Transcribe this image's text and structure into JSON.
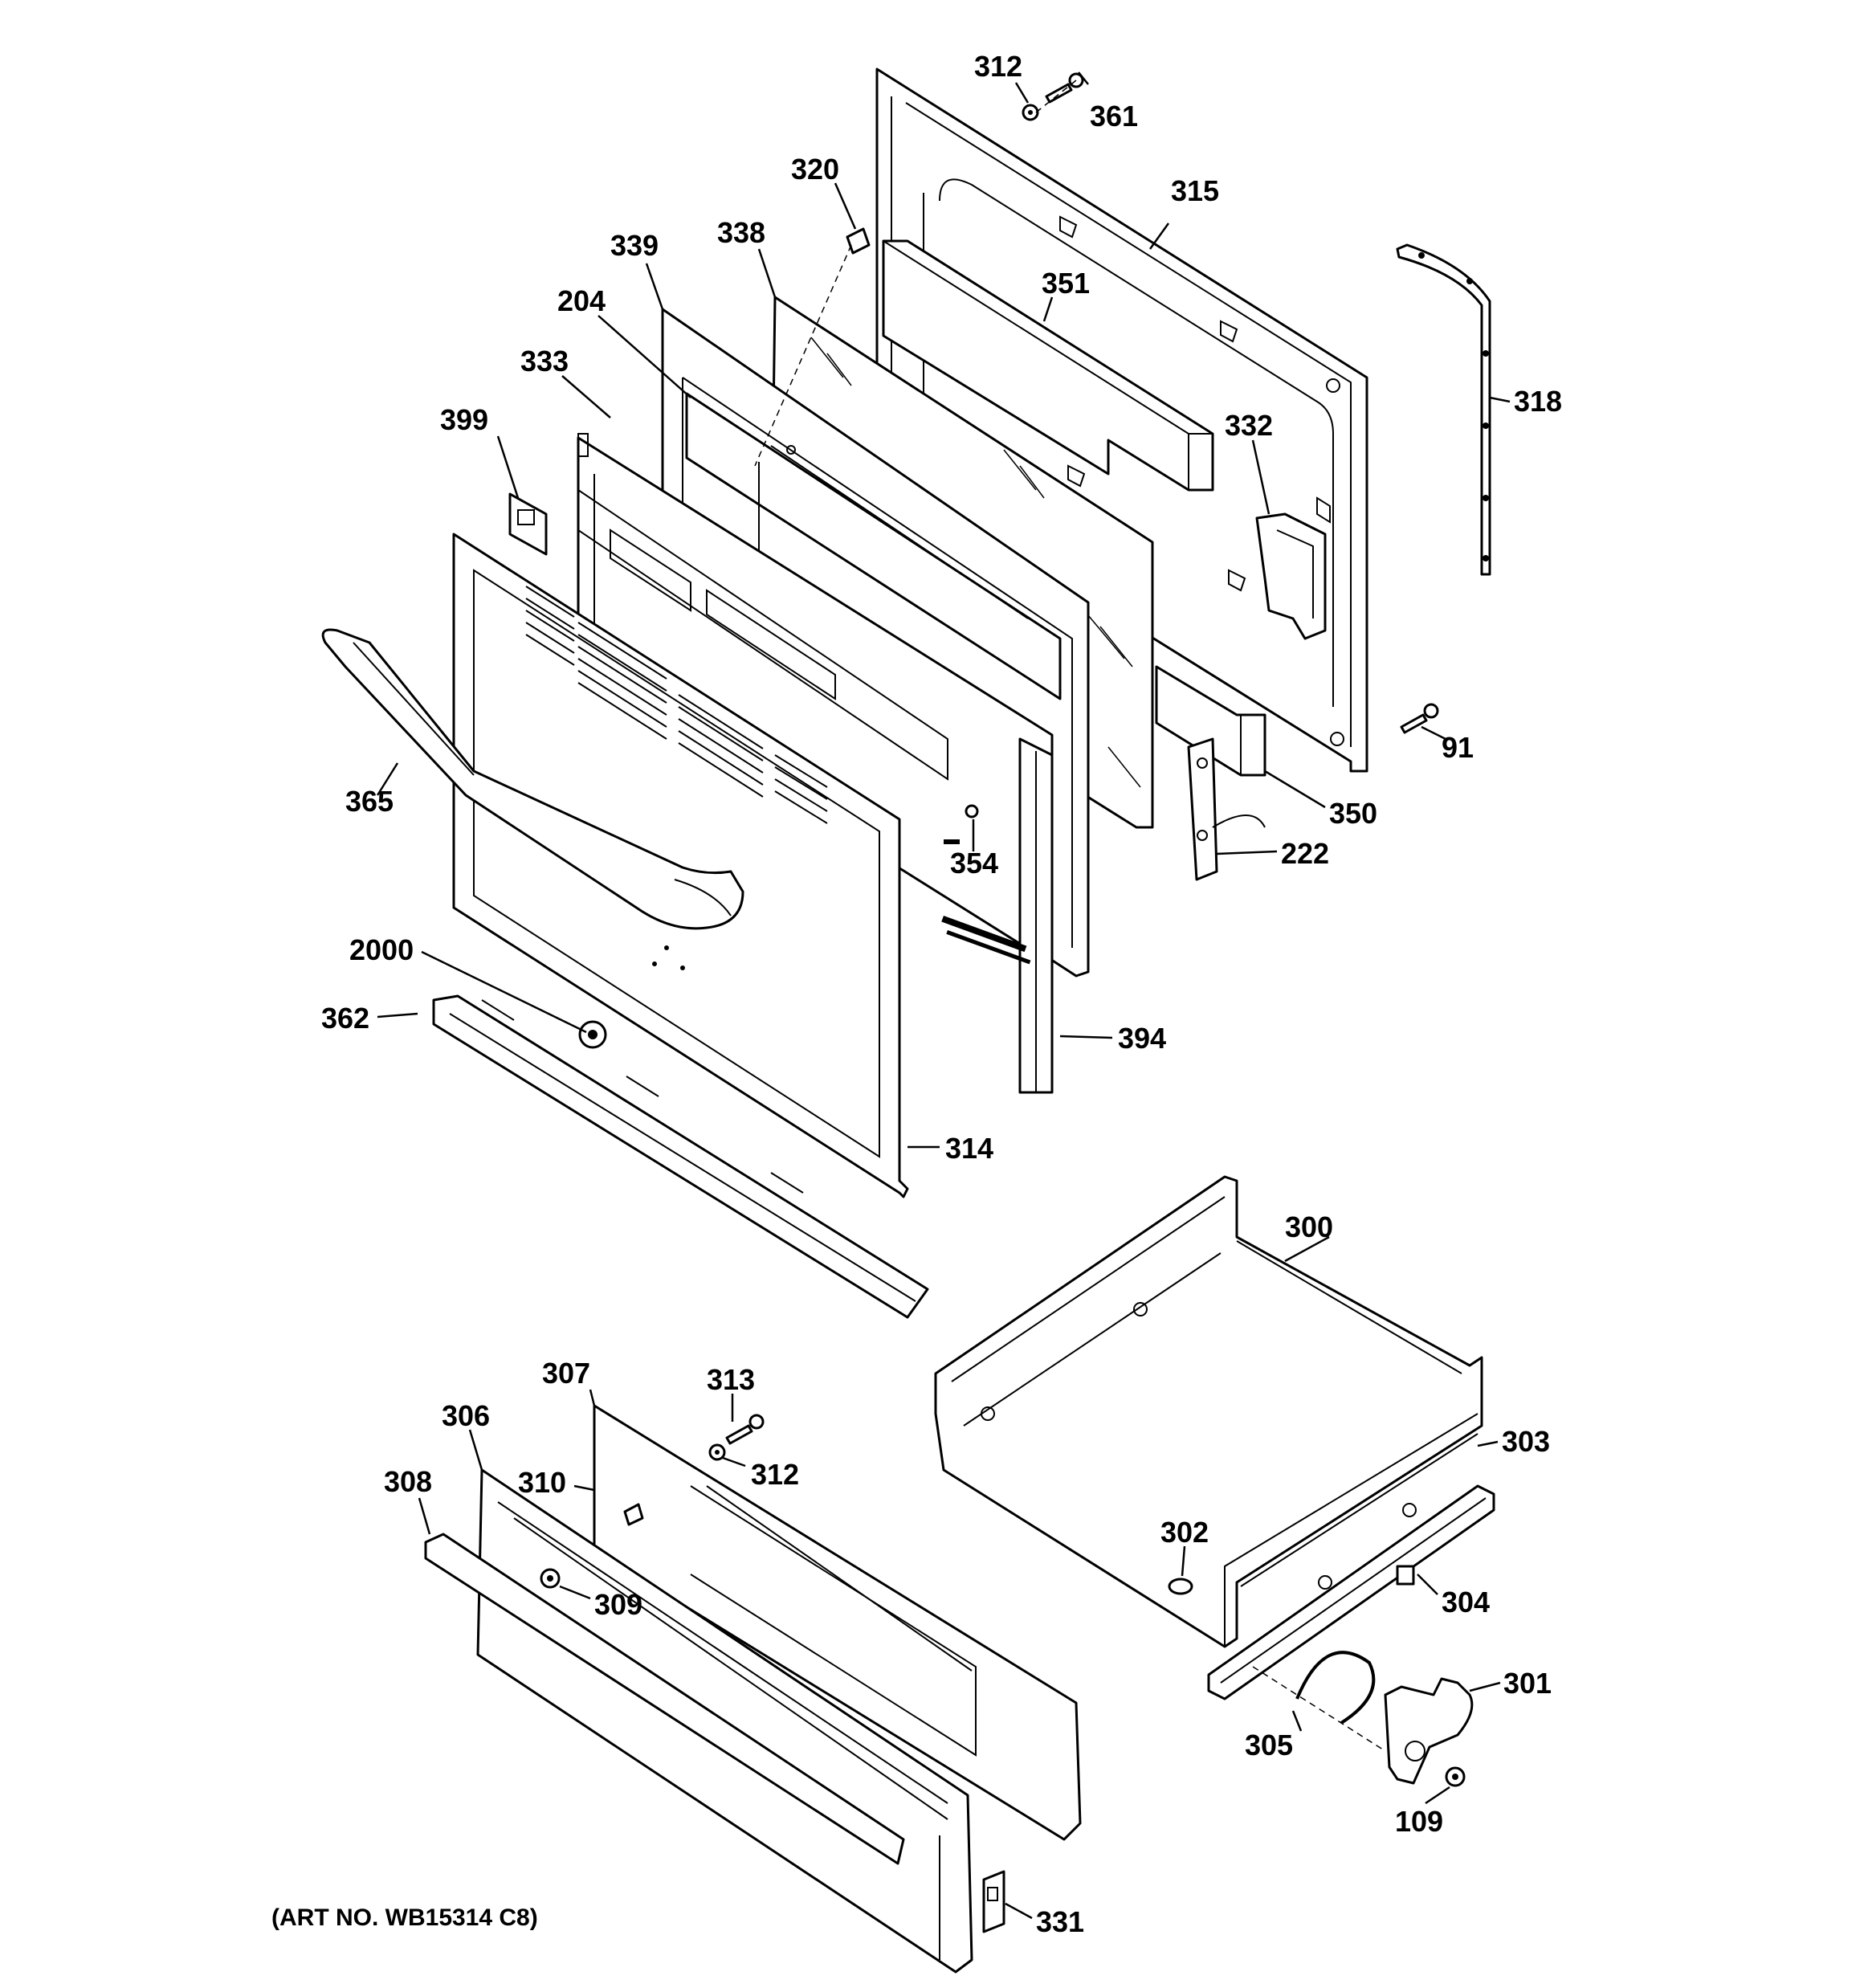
{
  "art_number": "(ART NO. WB15314 C8)",
  "callouts": {
    "c312a": "312",
    "c361": "361",
    "c320": "320",
    "c315": "315",
    "c339": "339",
    "c338": "338",
    "c351": "351",
    "c204": "204",
    "c333": "333",
    "c318": "318",
    "c399": "399",
    "c332": "332",
    "c91": "91",
    "c365": "365",
    "c350": "350",
    "c354": "354",
    "c222": "222",
    "c2000": "2000",
    "c362": "362",
    "c394": "394",
    "c314": "314",
    "c300": "300",
    "c307": "307",
    "c313": "313",
    "c306": "306",
    "c312b": "312",
    "c310": "310",
    "c308": "308",
    "c303": "303",
    "c302": "302",
    "c309": "309",
    "c304": "304",
    "c301": "301",
    "c305": "305",
    "c109": "109",
    "c331": "331"
  }
}
